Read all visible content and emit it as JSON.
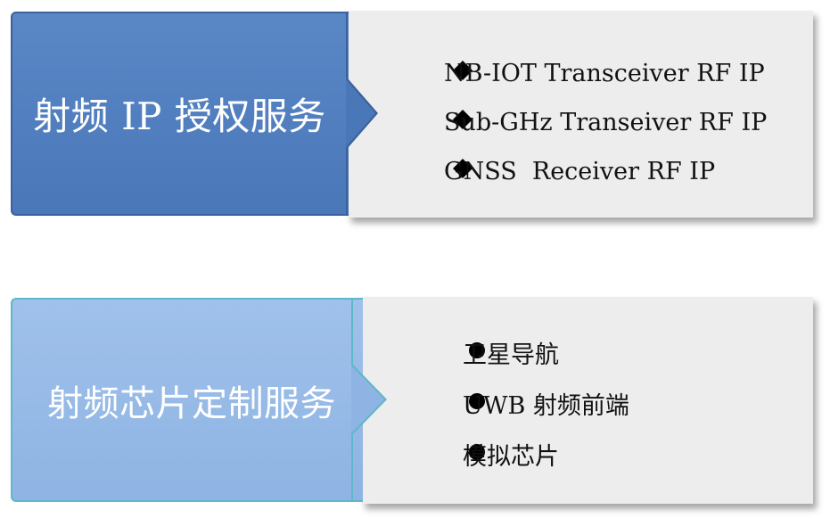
{
  "groups": [
    {
      "title": "射频 IP 授权服务",
      "marker": "diamond",
      "colors": {
        "tab": "#4f7dbd",
        "border": "#3b629c",
        "panel": "#ededed"
      },
      "items": [
        "NB-IOT Transceiver RF IP",
        "Sub-GHz Transeiver RF IP",
        "GNSS  Receiver RF IP"
      ]
    },
    {
      "title": "射频芯片定制服务",
      "marker": "circle",
      "colors": {
        "tab": "#97bae7",
        "border": "#5fb8c9",
        "panel": "#ededed"
      },
      "items": [
        "卫星导航",
        "UWB 射频前端",
        "模拟芯片"
      ]
    }
  ]
}
